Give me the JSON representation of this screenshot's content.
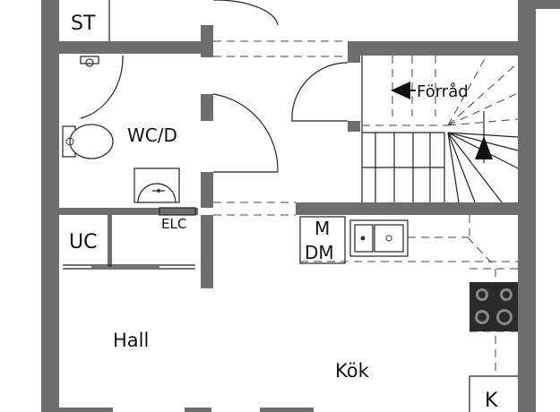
{
  "rooms": {
    "storage_closet": "ST",
    "bathroom": "WC/D",
    "utility": "UC",
    "electrical": "ELC",
    "hall": "Hall",
    "storage_room": "Förråd",
    "microwave": "M",
    "dishwasher": "DM",
    "kitchen": "Kök",
    "fridge": "K"
  },
  "colors": {
    "wall": "#6e6e6e",
    "line": "#222222",
    "background": "#ffffff"
  }
}
